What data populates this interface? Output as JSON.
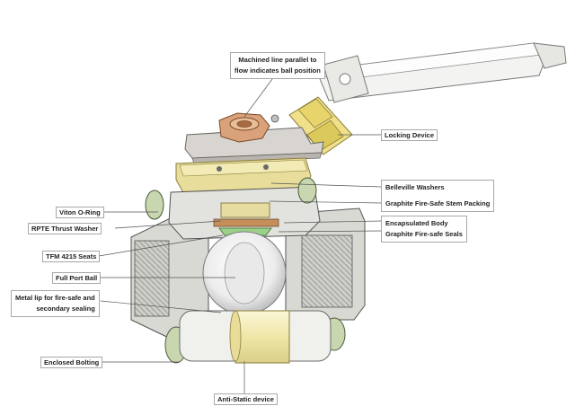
{
  "callouts": {
    "machined_line": [
      "Machined line parallel to",
      "flow indicates ball position"
    ],
    "locking_device": "Locking Device",
    "belleville_washers": "Belleville Washers",
    "graphite_stem_packing": "Graphite Fire-Safe Stem Packing",
    "viton_oring": "Viton O-Ring",
    "rpte_thrust_washer": "RPTE Thrust Washer",
    "encapsulated_body": "Encapsulated Body",
    "graphite_seals": "Graphite Fire-safe Seals",
    "tfm_seats": "TFM 4215 Seats",
    "full_port_ball": "Full Port Ball",
    "metal_lip": [
      "Metal lip for fire-safe and",
      "secondary sealing"
    ],
    "enclosed_bolting": "Enclosed Bolting",
    "anti_static": "Anti-Static device"
  },
  "colors": {
    "body_cut": "#d9d9d4",
    "packing": "#e2d98a",
    "stem_nut": "#d9a27a",
    "locking": "#f0e08a",
    "handle": "#f3f3f1",
    "oring": "#c9d7b0",
    "ball": "#f4f4f4"
  }
}
